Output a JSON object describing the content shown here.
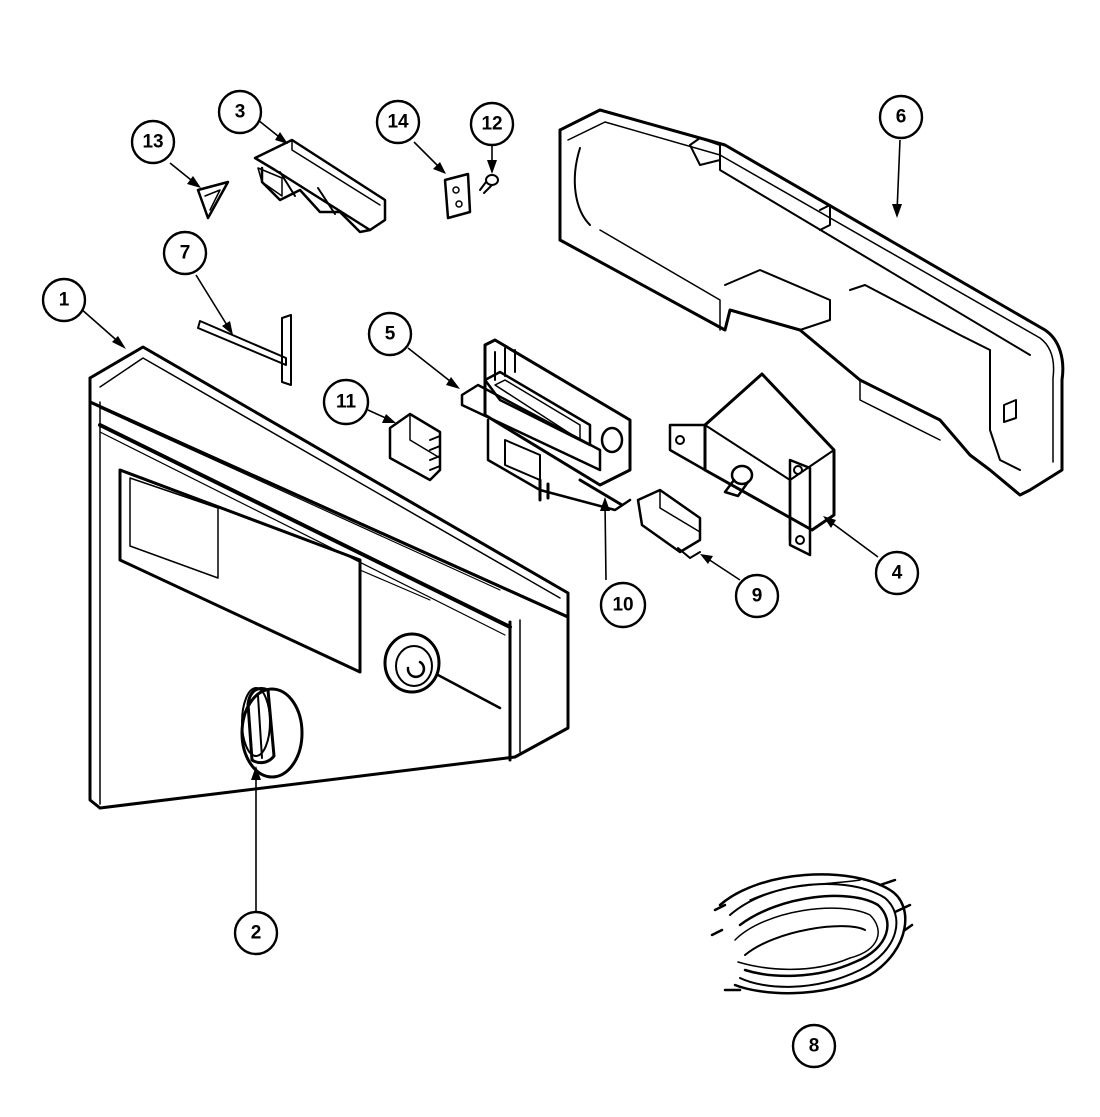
{
  "callouts": [
    {
      "id": "1",
      "label": "1"
    },
    {
      "id": "2",
      "label": "2"
    },
    {
      "id": "3",
      "label": "3"
    },
    {
      "id": "4",
      "label": "4"
    },
    {
      "id": "5",
      "label": "5"
    },
    {
      "id": "6",
      "label": "6"
    },
    {
      "id": "7",
      "label": "7"
    },
    {
      "id": "8",
      "label": "8"
    },
    {
      "id": "9",
      "label": "9"
    },
    {
      "id": "10",
      "label": "10"
    },
    {
      "id": "11",
      "label": "11"
    },
    {
      "id": "12",
      "label": "12"
    },
    {
      "id": "13",
      "label": "13"
    },
    {
      "id": "14",
      "label": "14"
    }
  ],
  "icons": [
    "control-panel-icon",
    "knob-icon",
    "bracket-icon",
    "timer-icon",
    "latch-icon",
    "console-cover-icon",
    "strip-icon",
    "wire-harness-icon",
    "switch-icon",
    "terminal-block-icon",
    "screw-icon",
    "clip-icon",
    "mounting-plate-icon"
  ],
  "colors": {
    "line": "#000000",
    "background": "#ffffff"
  }
}
